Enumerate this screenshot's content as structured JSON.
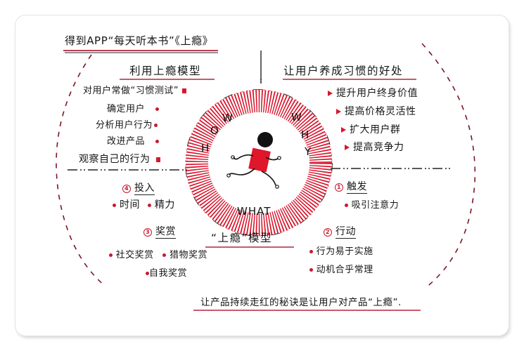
{
  "title": "得到APP“每天听本书”《上瘾》",
  "center": {
    "ring_labels": {
      "how": [
        "H",
        "O",
        "W"
      ],
      "why": [
        "W",
        "H",
        "Y"
      ],
      "what": "WHAT"
    },
    "model_label": "“上瘾”模型",
    "ring_color": "#d8172e",
    "figure_body_color": "#e0162b"
  },
  "quadrant_top_left": {
    "heading": "利用上瘾模型",
    "items": [
      {
        "text": "对用户常做“习惯测试”",
        "marker": "square"
      },
      {
        "text": "确定用户",
        "marker": "dot"
      },
      {
        "text": "分析用户行为",
        "marker": "dot"
      },
      {
        "text": "改进产品",
        "marker": "dot"
      },
      {
        "text": "观察自己的行为",
        "marker": "square"
      }
    ]
  },
  "quadrant_top_right": {
    "heading": "让用户养成习惯的好处",
    "items": [
      {
        "text": "提升用户终身价值",
        "marker": "triangle"
      },
      {
        "text": "提高价格灵活性",
        "marker": "triangle"
      },
      {
        "text": "扩大用户群",
        "marker": "triangle"
      },
      {
        "text": "提高竞争力",
        "marker": "triangle"
      }
    ]
  },
  "quadrant_bottom_left": {
    "sections": [
      {
        "number": "4",
        "heading": "投入",
        "items": [
          "时间",
          "精力"
        ]
      },
      {
        "number": "3",
        "heading": "奖赏",
        "items": [
          "社交奖赏",
          "猎物奖赏",
          "自我奖赏"
        ]
      }
    ]
  },
  "quadrant_bottom_right": {
    "sections": [
      {
        "number": "1",
        "heading": "触发",
        "items": [
          "吸引注意力"
        ]
      },
      {
        "number": "2",
        "heading": "行动",
        "items": [
          "行为易于实施",
          "动机合乎常理"
        ]
      }
    ]
  },
  "conclusion": "让产品持续走红的秘诀是让用户对产品“上瘾”.",
  "colors": {
    "accent_red": "#d8172e",
    "underline_red": "#b3263a",
    "dashed_arc": "#7a1626",
    "ink": "#161616"
  }
}
